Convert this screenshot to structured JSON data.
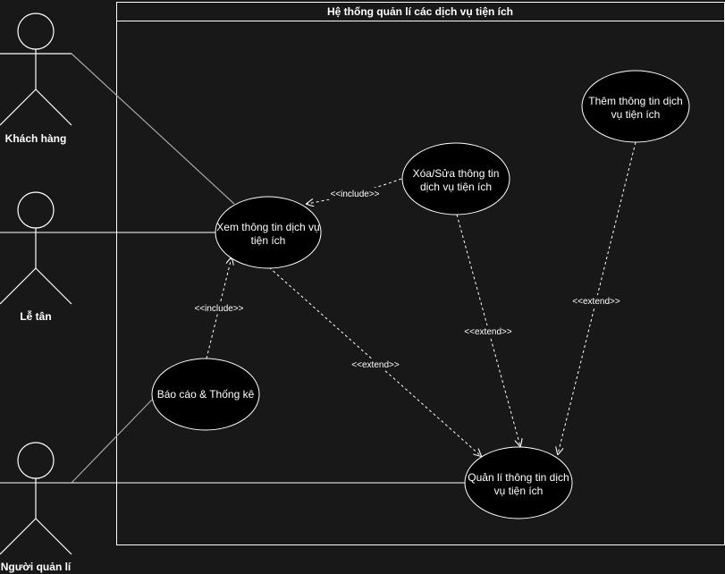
{
  "colors": {
    "background": "#181818",
    "line": "#ffffff",
    "assoc_line": "#a6a6a6",
    "usecase_fill": "#000000"
  },
  "system": {
    "title": "Hệ thống quản lí các dịch vụ tiện ích"
  },
  "actors": [
    {
      "id": "khach-hang",
      "label": "Khách hàng"
    },
    {
      "id": "le-tan",
      "label": "Lễ tân"
    },
    {
      "id": "nguoi-quan-li",
      "label": "Người quản lí"
    }
  ],
  "usecases": [
    {
      "id": "xem",
      "lines": [
        "Xem thông tin dịch vụ",
        "tiện ích"
      ]
    },
    {
      "id": "xoa-sua",
      "lines": [
        "Xóa/Sửa thông tin",
        "dịch vụ tiện ích"
      ]
    },
    {
      "id": "them",
      "lines": [
        "Thêm thông tin dịch",
        "vụ tiện ích"
      ]
    },
    {
      "id": "bao-cao",
      "lines": [
        "Báo cáo & Thống kê"
      ]
    },
    {
      "id": "quan-li",
      "lines": [
        "Quản lí thông tin dịch",
        "vụ tiện ích"
      ]
    }
  ],
  "relations": [
    {
      "id": "xoa-include-xem",
      "label": "<<include>>"
    },
    {
      "id": "baocao-include-xem",
      "label": "<<include>>"
    },
    {
      "id": "xem-extend-quanli",
      "label": "<<extend>>"
    },
    {
      "id": "xoa-extend-quanli",
      "label": "<<extend>>"
    },
    {
      "id": "them-extend-quanli",
      "label": "<<extend>>"
    }
  ]
}
